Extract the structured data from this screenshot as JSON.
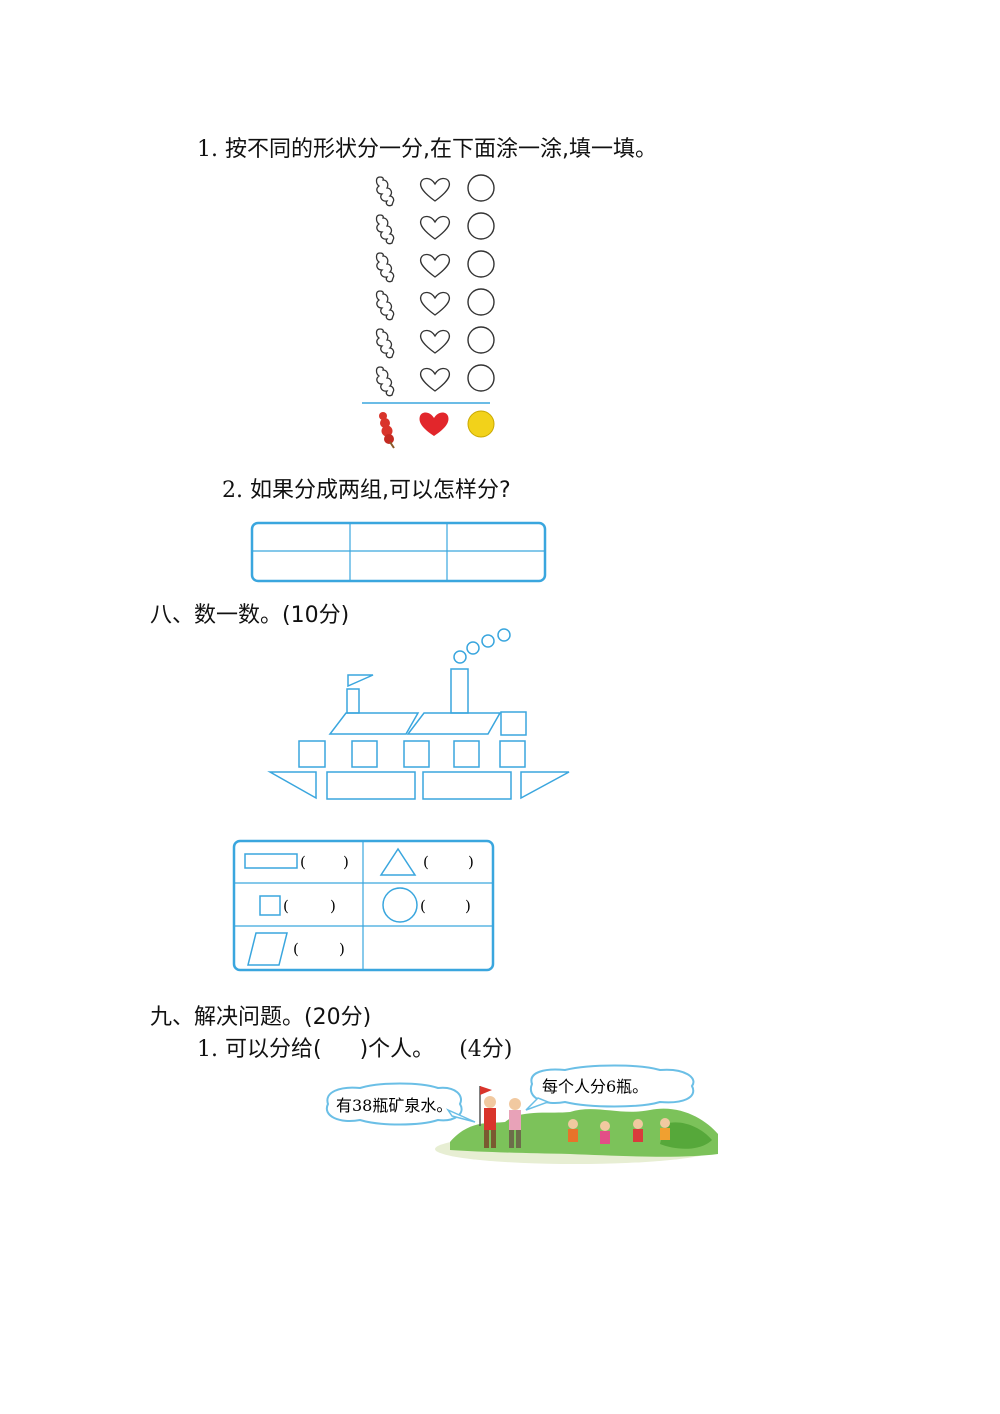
{
  "q1": {
    "number": "1.",
    "text": "按不同的形状分一分,在下面涂一涂,填一填。"
  },
  "q2": {
    "number": "2.",
    "text": "如果分成两组,可以怎样分?"
  },
  "section8": {
    "title": "八、数一数。(10分)"
  },
  "count_table": {
    "open_paren": "(",
    "close_paren": ")"
  },
  "section9": {
    "title": "九、解决问题。(20分)"
  },
  "problem1": {
    "number": "1.",
    "text_before": "可以分给(",
    "text_after": ")个人。",
    "points": "(4分)"
  },
  "bubbles": {
    "left": "有38瓶矿泉水。",
    "right": "每个人分6瓶。"
  },
  "colors": {
    "accent_blue": "#3aa6de",
    "bead_red": "#d9342b",
    "heart_red": "#e2262b",
    "ball_yellow": "#f2d21a",
    "grass_green": "#7cc25a",
    "bubble_blue": "#bfe3f5"
  },
  "icons": [
    "bead-stick-icon",
    "heart-icon",
    "circle-icon",
    "flag-icon"
  ]
}
